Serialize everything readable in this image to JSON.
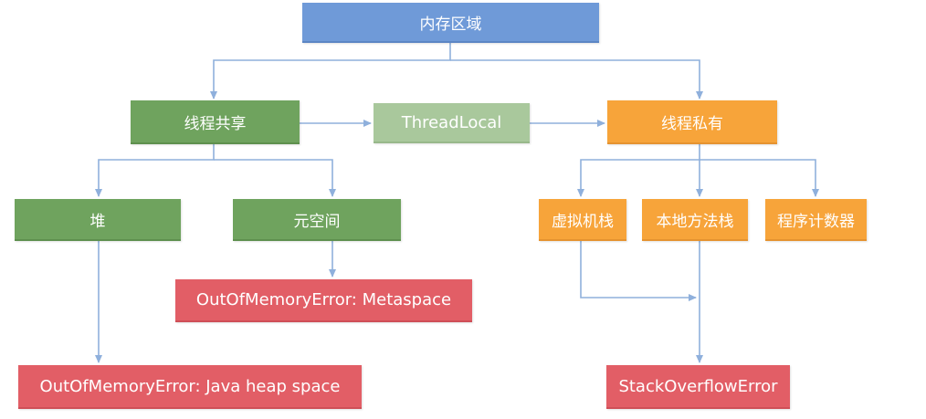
{
  "nodes": {
    "root": {
      "label": "内存区域",
      "color": "#6f9ad8"
    },
    "thread_shared": {
      "label": "线程共享",
      "color": "#6fa35e"
    },
    "thread_local": {
      "label": "ThreadLocal",
      "color": "#a9c89c"
    },
    "thread_private": {
      "label": "线程私有",
      "color": "#f7a43a"
    },
    "heap": {
      "label": "堆",
      "color": "#6fa35e"
    },
    "metaspace": {
      "label": "元空间",
      "color": "#6fa35e"
    },
    "vm_stack": {
      "label": "虚拟机栈",
      "color": "#f7a43a"
    },
    "native_method_stack": {
      "label": "本地方法栈",
      "color": "#f7a43a"
    },
    "program_counter": {
      "label": "程序计数器",
      "color": "#f7a43a"
    },
    "oom_metaspace": {
      "label": "OutOfMemoryError: Metaspace",
      "color": "#e25e66"
    },
    "oom_heap": {
      "label": "OutOfMemoryError: Java heap space",
      "color": "#e25e66"
    },
    "stack_overflow": {
      "label": "StackOverflowError",
      "color": "#e25e66"
    }
  },
  "connector_color": "#8fb0dc"
}
